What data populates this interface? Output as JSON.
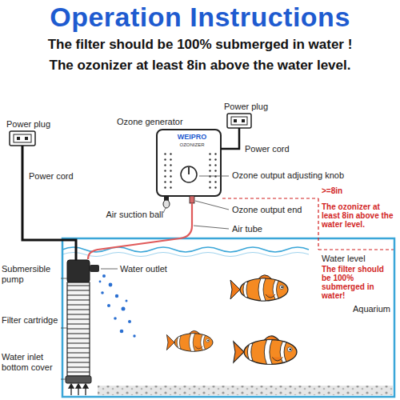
{
  "diagram": {
    "title": "Operation Instructions",
    "nodes": [
      {
        "text": [
          "WEIPRO",
          "OZONIZER"
        ]
      }
    ],
    "labels": [
      "The filter should be 100% submerged in water !",
      "The ozonizer at least 8in above the water level.",
      "Power plug",
      "Power cord",
      "Ozone generator",
      "Power plug",
      "Power cord",
      "Ozone output adjusting knob",
      "Air suction ball",
      "Ozone output end",
      "Air tube",
      ">=8in",
      "The ozonizer at least 8in above the water level.",
      "Water level",
      "The filter should be 100% submerged in water!",
      "Aquarium",
      "Submersible pump",
      "Water outlet",
      "Filter cartridge",
      "Water inlet bottom cover"
    ]
  }
}
